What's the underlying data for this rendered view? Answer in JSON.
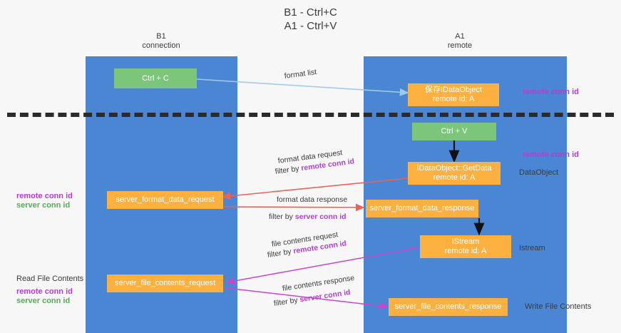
{
  "title": {
    "line1": "B1 - Ctrl+C",
    "line2": "A1 - Ctrl+V"
  },
  "lanes": [
    {
      "id": "b1",
      "name": "B1",
      "subtitle": "connection",
      "color": "#4a86d4"
    },
    {
      "id": "a1",
      "name": "A1",
      "subtitle": "remote",
      "color": "#4a86d4"
    }
  ],
  "colors": {
    "lane": "#4a86d4",
    "green_box": "#7bc67b",
    "orange_box": "#fbb040",
    "purple_text": "#b03fd0",
    "green_text": "#5aa85a",
    "arrow_blue": "#9ecbec",
    "arrow_black": "#111111",
    "arrow_red": "#e8645a",
    "arrow_magenta": "#cc44cc",
    "background": "#f7f7f7",
    "divider": "#2b2b2b"
  },
  "boxes": {
    "ctrl_c": {
      "line1": "Ctrl + C",
      "line2": "",
      "style": "green"
    },
    "save_idataobject": {
      "line1": "保存IDataObject",
      "line2": "remote id: A",
      "style": "orange"
    },
    "ctrl_v": {
      "line1": "Ctrl + V",
      "line2": "",
      "style": "green"
    },
    "getdata": {
      "line1": "IDataObject::GetData",
      "line2": "remote id: A",
      "style": "orange"
    },
    "server_format_data_request": {
      "line1": "server_format_data_request",
      "line2": "",
      "style": "orange"
    },
    "server_format_data_response": {
      "line1": "server_format_data_response",
      "line2": "",
      "style": "orange"
    },
    "istream": {
      "line1": "IStream",
      "line2": "remote id: A",
      "style": "orange"
    },
    "server_file_contents_request": {
      "line1": "server_file_contents_request",
      "line2": "",
      "style": "orange"
    },
    "server_file_contents_response": {
      "line1": "server_file_contents_response",
      "line2": "",
      "style": "orange"
    }
  },
  "edge_labels": {
    "format_list": "format list",
    "format_data_request": "format data request",
    "format_data_request_filter_prefix": "filter by ",
    "format_data_request_filter_key": "remote conn id",
    "format_data_response": "format data response",
    "format_data_response_filter_prefix": "filter by ",
    "format_data_response_filter_key": "server conn id",
    "file_contents_request": "file contents request",
    "file_contents_request_filter_prefix": "filter by ",
    "file_contents_request_filter_key": "remote conn id",
    "file_contents_response": "file contents response",
    "file_contents_response_filter_prefix": "filter by ",
    "file_contents_response_filter_key": "server conn id"
  },
  "annotations": {
    "right_remote_conn_id_top": "remote conn id",
    "right_remote_conn_id_mid": "remote conn id",
    "right_dataobject": "DataObject",
    "right_istream": "Istream",
    "right_write_file_contents": "Write File Contents",
    "left_remote_conn_id": "remote conn id",
    "left_server_conn_id": "server conn id",
    "left_read_file_contents": "Read File Contents",
    "left_remote_conn_id_2": "remote conn id",
    "left_server_conn_id_2": "server conn id"
  }
}
